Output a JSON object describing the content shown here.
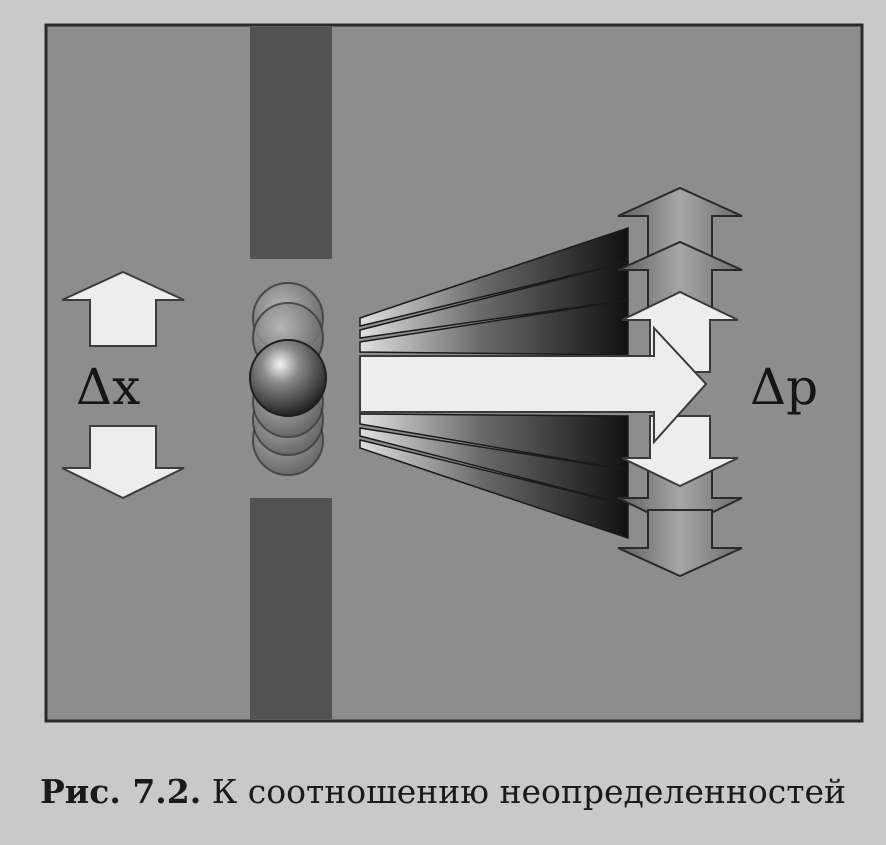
{
  "figure": {
    "label_dx": "Δx",
    "label_dp": "Δp"
  },
  "caption": {
    "number": "Рис. 7.2.",
    "text": "К соотношению неопределенностей"
  },
  "colors": {
    "background": "#c9c9c9",
    "panel": "#8d8d8d",
    "slit": "#505050",
    "arrow_light": "#ededed"
  }
}
